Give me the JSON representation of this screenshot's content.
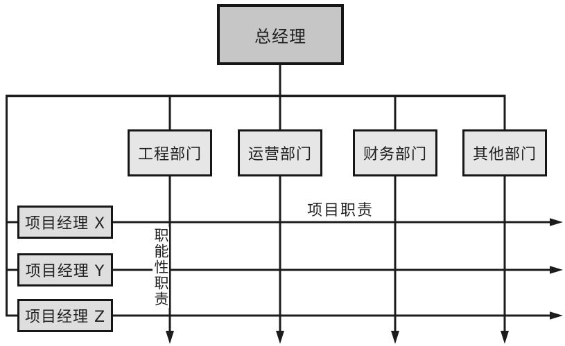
{
  "diagram": {
    "type": "matrix-organization-chart",
    "general_manager": {
      "label": "总经理"
    },
    "departments": [
      {
        "label": "工程部门"
      },
      {
        "label": "运营部门"
      },
      {
        "label": "财务部门"
      },
      {
        "label": "其他部门"
      }
    ],
    "project_managers": [
      {
        "label": "项目经理 X"
      },
      {
        "label": "项目经理 Y"
      },
      {
        "label": "项目经理 Z"
      }
    ],
    "annotations": {
      "project_responsibility": "项目职责",
      "functional_responsibility": "职能性职责"
    },
    "colors": {
      "top_box_fill": "#c6c6c6",
      "department_box_fill": "#e6e6e6",
      "manager_box_fill": "#dedede",
      "line": "#1c1c1c",
      "background": "#ffffff"
    }
  }
}
